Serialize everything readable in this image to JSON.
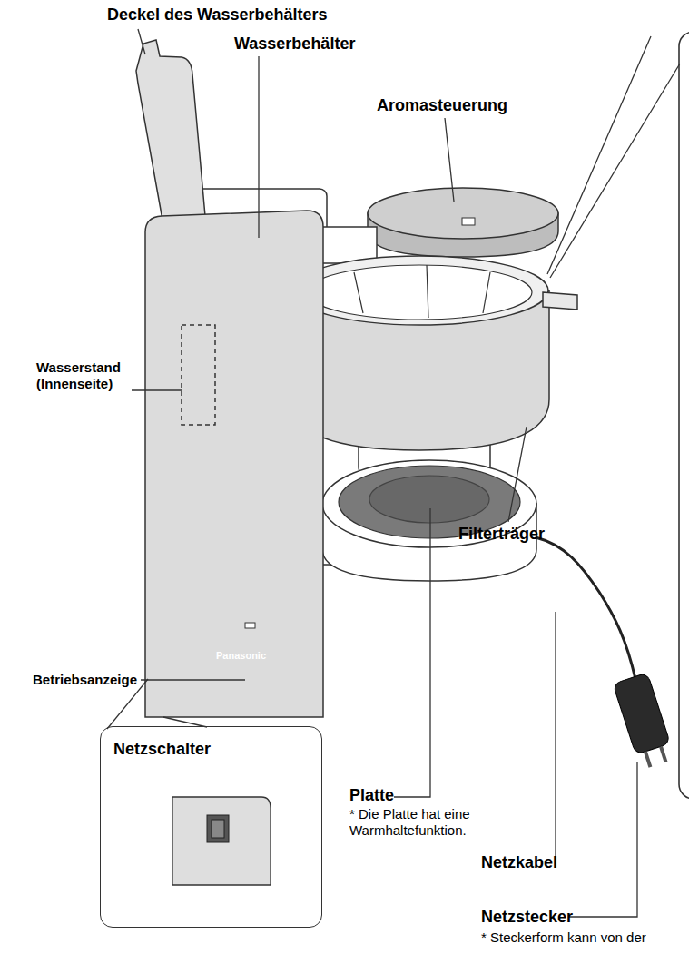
{
  "diagram": {
    "nodes": [
      {
        "text": [
          "Netzschalter"
        ]
      }
    ],
    "labels": [
      "Deckel des Wasserbehälters",
      "Wasserbehälter",
      "Aromasteuerung",
      "Wasserstand (Innenseite)",
      "Filterträger",
      "Betriebsanzeige",
      "Panasonic",
      "Platte",
      "* Die Platte hat eine Warmhaltefunktion.",
      "Netzkabel",
      "Netzstecker",
      "* Steckerform kann von der"
    ]
  }
}
